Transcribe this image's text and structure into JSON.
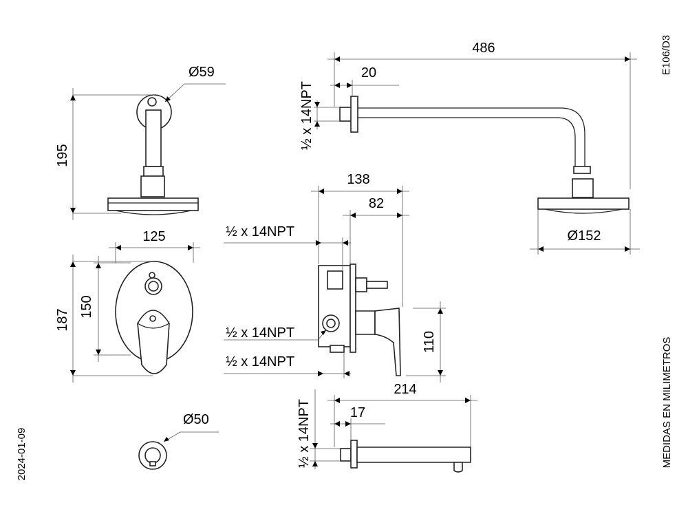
{
  "sheet": {
    "code": "E106/D3",
    "date": "2024-01-09",
    "units_note": "MEDIDAS EN MILIMETROS"
  },
  "dimensions": {
    "shower_arm_height": "195",
    "flange_diameter": "Ø59",
    "arm_length": "486",
    "arm_offset": "20",
    "arm_thread": "½ x 14NPT",
    "head_diameter": "Ø152",
    "valve_width": "138",
    "valve_depth": "82",
    "valve_top_thread": "½ x 14NPT",
    "plate_width": "125",
    "plate_height": "187",
    "plate_hole_height": "150",
    "valve_mid_thread": "½ x 14NPT",
    "valve_bottom_thread": "½ x 14NPT",
    "handle_height": "110",
    "spout_length": "214",
    "spout_offset": "17",
    "spout_thread": "½ x 14NPT",
    "spout_flange_diameter": "Ø50"
  }
}
